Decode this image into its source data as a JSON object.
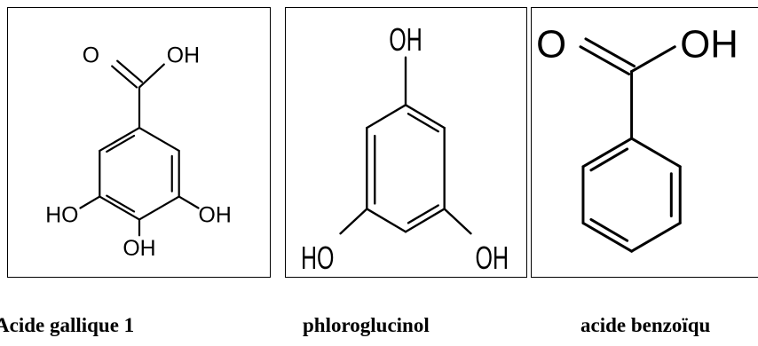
{
  "structures": [
    {
      "caption": "Acide gallique 1",
      "labels": {
        "carbonyl_o": "O",
        "acid_oh": "OH",
        "oh_left": "HO",
        "oh_right": "OH",
        "oh_bottom": "OH"
      }
    },
    {
      "caption": "phloroglucinol",
      "labels": {
        "oh_top": "OH",
        "oh_left": "HO",
        "oh_right": "OH"
      }
    },
    {
      "caption": "acide benzoïqu",
      "labels": {
        "carbonyl_o": "O",
        "acid_oh": "OH"
      }
    }
  ],
  "colors": {
    "ink": "#000000",
    "background": "#ffffff"
  }
}
